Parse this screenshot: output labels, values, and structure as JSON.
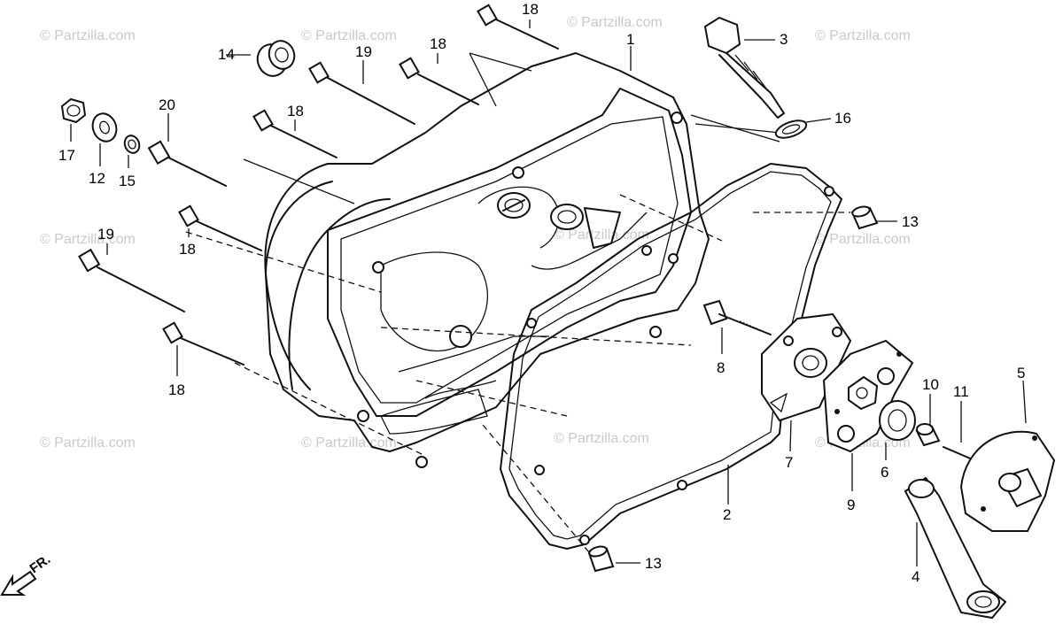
{
  "watermark": "© Partzilla.com",
  "front_marker": "FR.",
  "callouts": [
    {
      "id": "c18a",
      "text": "18"
    },
    {
      "id": "c1",
      "text": "1"
    },
    {
      "id": "c3",
      "text": "3"
    },
    {
      "id": "c14",
      "text": "14"
    },
    {
      "id": "c19a",
      "text": "19"
    },
    {
      "id": "c18b",
      "text": "18"
    },
    {
      "id": "c16",
      "text": "16"
    },
    {
      "id": "c20",
      "text": "20"
    },
    {
      "id": "c18c",
      "text": "18"
    },
    {
      "id": "c17",
      "text": "17"
    },
    {
      "id": "c12",
      "text": "12"
    },
    {
      "id": "c15",
      "text": "15"
    },
    {
      "id": "c13a",
      "text": "13"
    },
    {
      "id": "c19b",
      "text": "19"
    },
    {
      "id": "c18d",
      "text": "18"
    },
    {
      "id": "c8",
      "text": "8"
    },
    {
      "id": "c18e",
      "text": "18"
    },
    {
      "id": "c10",
      "text": "10"
    },
    {
      "id": "c11",
      "text": "11"
    },
    {
      "id": "c5",
      "text": "5"
    },
    {
      "id": "c7",
      "text": "7"
    },
    {
      "id": "c6",
      "text": "6"
    },
    {
      "id": "c9",
      "text": "9"
    },
    {
      "id": "c2",
      "text": "2"
    },
    {
      "id": "c4",
      "text": "4"
    },
    {
      "id": "c13b",
      "text": "13"
    }
  ]
}
